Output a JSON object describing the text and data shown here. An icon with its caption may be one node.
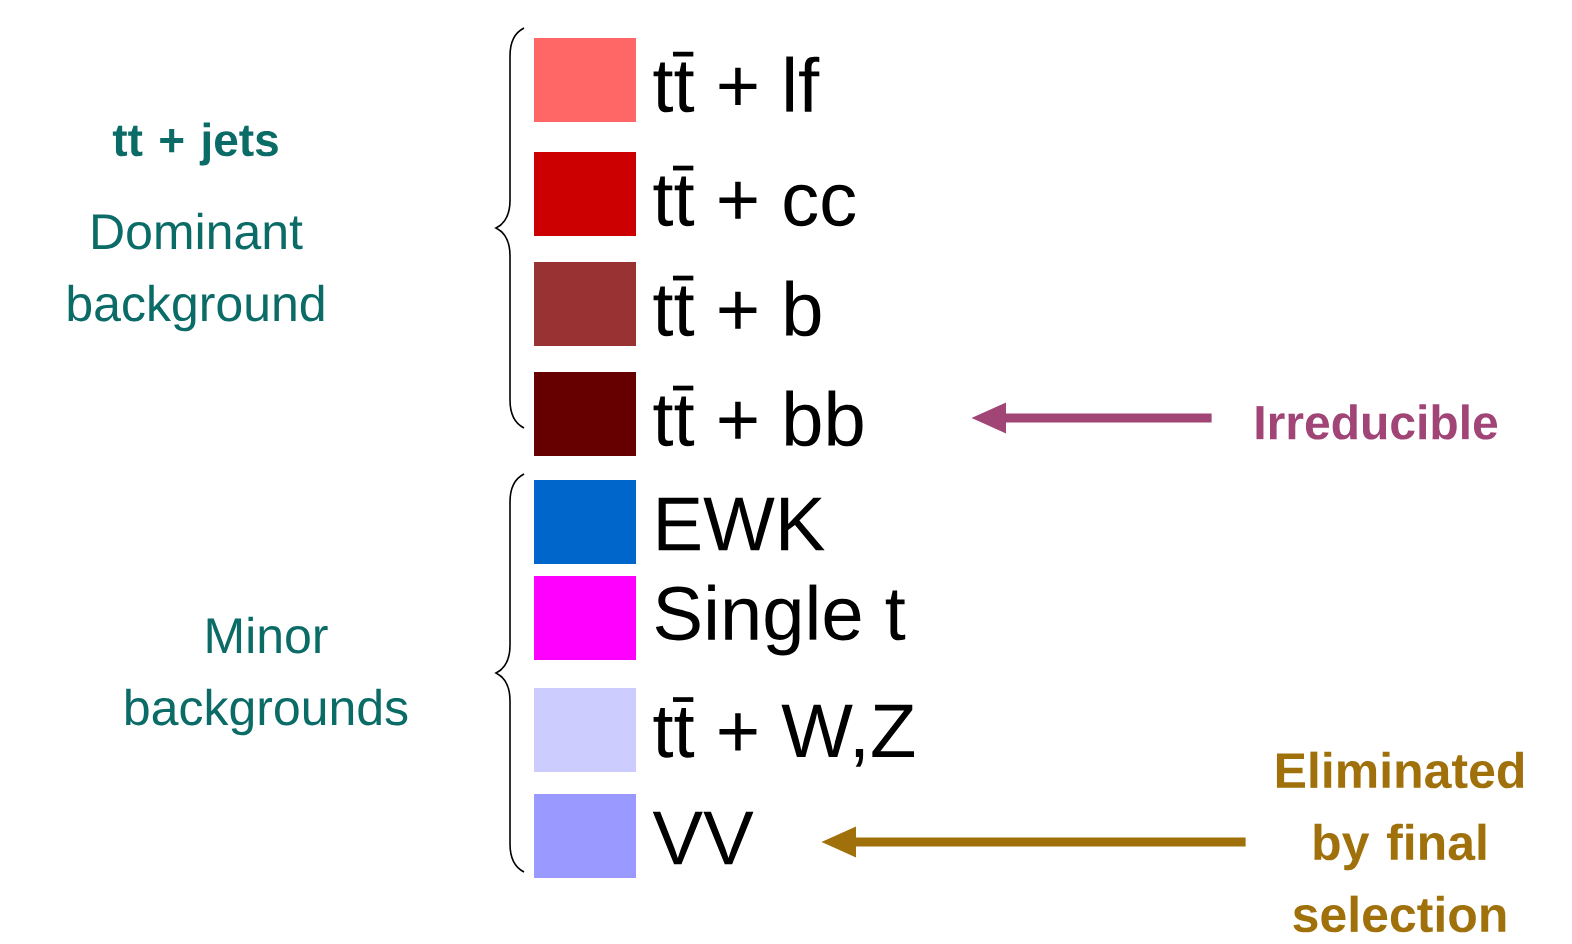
{
  "diagram": {
    "nodes": [
      {
        "text": [
          "Irreducible"
        ]
      },
      {
        "text": [
          "Eliminated by final selection"
        ]
      }
    ],
    "edges": [
      {
        "from": 0,
        "to": null,
        "arrow": "to",
        "color": "#a04575"
      },
      {
        "from": 1,
        "to": null,
        "arrow": "to",
        "color": "#a0700a"
      }
    ],
    "labels": [
      "tt + jets",
      "Dominant background",
      "Minor backgrounds"
    ],
    "legend": [
      {
        "text": "tt̄ + lf",
        "color": "#ff6666"
      },
      {
        "text": "tt̄ + cc",
        "color": "#cc0000"
      },
      {
        "text": "tt̄ + b",
        "color": "#993333"
      },
      {
        "text": "tt̄ + bb",
        "color": "#660000"
      },
      {
        "text": "EWK",
        "color": "#0066cc"
      },
      {
        "text": "Single t",
        "color": "#ff00ff"
      },
      {
        "text": "tt̄ + W,Z",
        "color": "#ccccff"
      },
      {
        "text": "VV",
        "color": "#9999ff"
      }
    ]
  }
}
